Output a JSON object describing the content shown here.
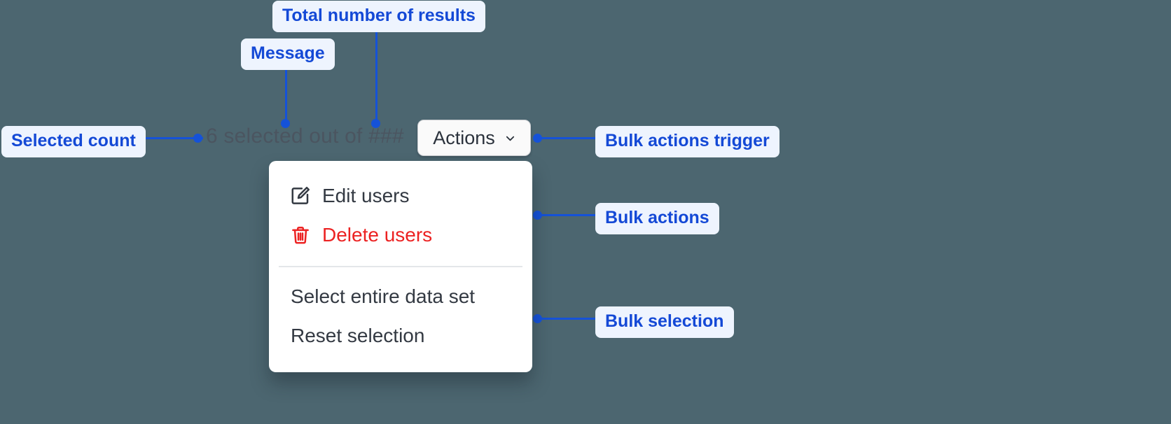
{
  "canvas": {
    "background_color": "#4c6670",
    "accent_color": "#1552d8",
    "chip_bg_color": "#eef4fe",
    "danger_color": "#ec2222"
  },
  "annotations": [
    {
      "id": "total-results",
      "label": "Total number of results"
    },
    {
      "id": "message",
      "label": "Message"
    },
    {
      "id": "selected-count",
      "label": "Selected count"
    },
    {
      "id": "bulk-actions-trigger",
      "label": "Bulk actions trigger"
    },
    {
      "id": "bulk-actions",
      "label": "Bulk actions"
    },
    {
      "id": "bulk-selection",
      "label": "Bulk selection"
    }
  ],
  "component": {
    "selection_message": "6 selected out of ###",
    "selected_count": "6",
    "total_results_placeholder": "###",
    "actions_button": {
      "label": "Actions",
      "icon": "chevron-down-icon"
    },
    "menu": {
      "actions": [
        {
          "label": "Edit users",
          "icon": "edit-pencil-icon",
          "variant": "default"
        },
        {
          "label": "Delete users",
          "icon": "trash-icon",
          "variant": "danger"
        }
      ],
      "selection": [
        {
          "label": "Select entire data set",
          "icon": null,
          "variant": "default"
        },
        {
          "label": "Reset selection",
          "icon": null,
          "variant": "default"
        }
      ]
    }
  }
}
